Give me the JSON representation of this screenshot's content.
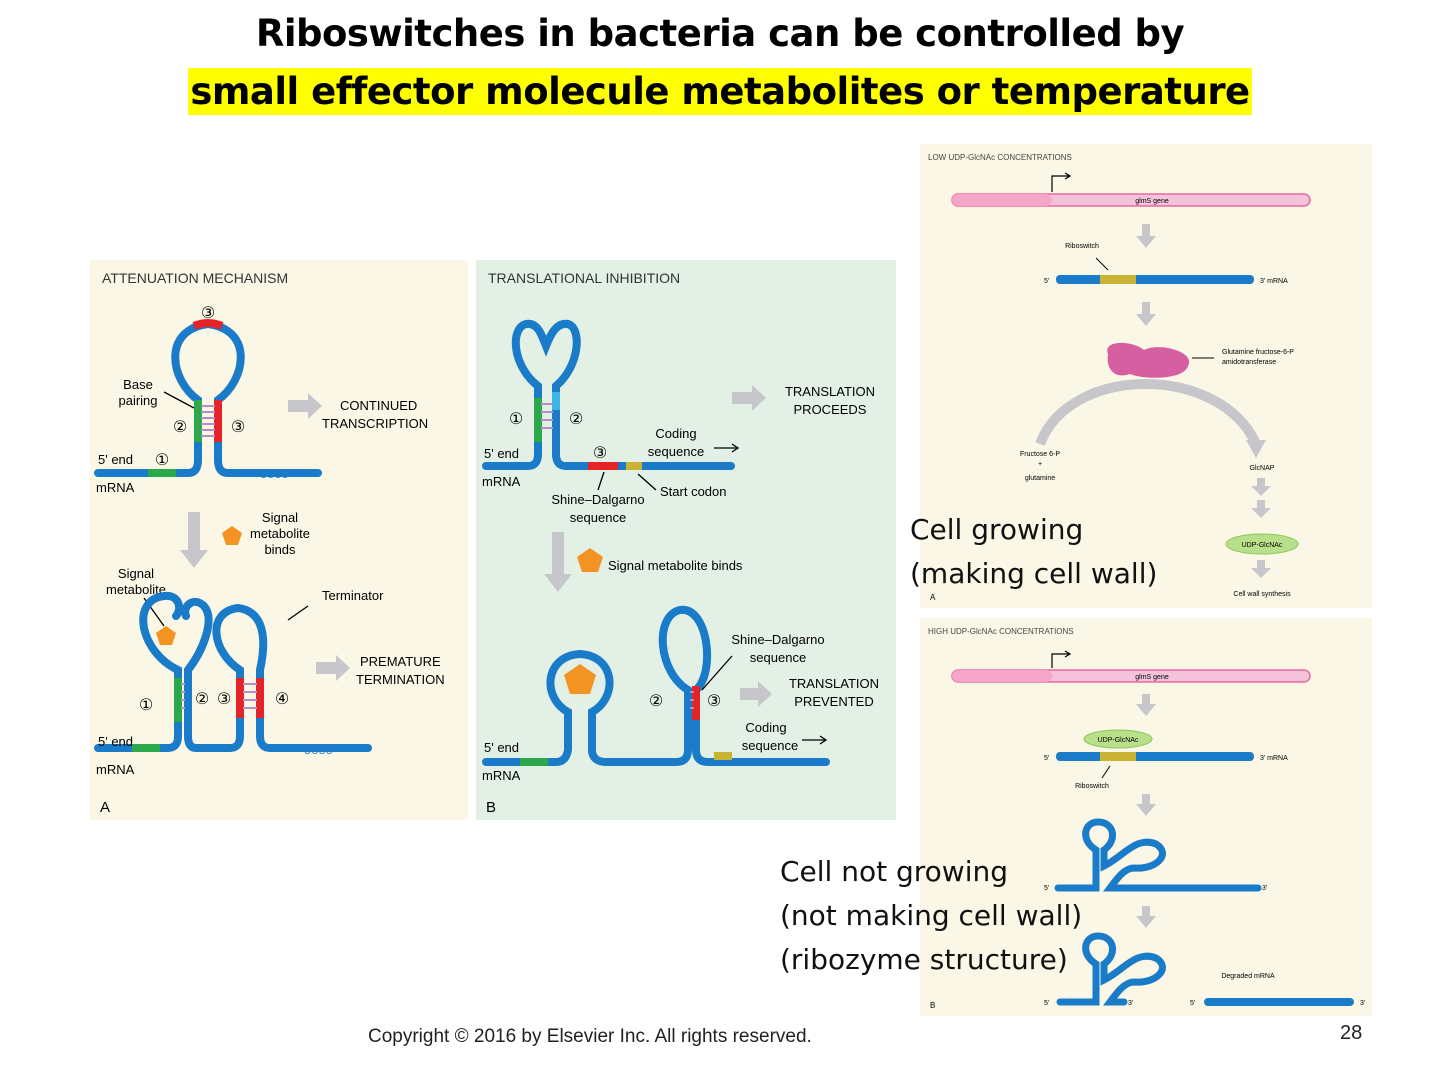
{
  "title": {
    "line1": "Riboswitches in bacteria can be controlled by",
    "line2": "small effector molecule metabolites or temperature",
    "highlight_color": "#ffff00"
  },
  "panel_a": {
    "heading": "ATTENUATION MECHANISM",
    "base_pairing": [
      "Base",
      "pairing"
    ],
    "five_prime_end": "5' end",
    "mrna": "mRNA",
    "uuuu": "UUUU",
    "continued": [
      "CONTINUED",
      "TRANSCRIPTION"
    ],
    "signal_binds": [
      "Signal",
      "metabolite",
      "binds"
    ],
    "signal_metabolite": [
      "Signal",
      "metabolite"
    ],
    "terminator": "Terminator",
    "premature": [
      "PREMATURE",
      "TERMINATION"
    ],
    "letter": "A",
    "circled": [
      "①",
      "②",
      "③",
      "④"
    ]
  },
  "panel_b": {
    "heading": "TRANSLATIONAL INHIBITION",
    "five_prime_end": "5' end",
    "mrna": "mRNA",
    "coding_sequence": [
      "Coding",
      "sequence"
    ],
    "translation_proceeds": [
      "TRANSLATION",
      "PROCEEDS"
    ],
    "shine_dalgarno": [
      "Shine–Dalgarno",
      "sequence"
    ],
    "start_codon": "Start codon",
    "signal_binds": "Signal metabolite binds",
    "translation_prevented": [
      "TRANSLATION",
      "PREVENTED"
    ],
    "letter": "B",
    "circled": [
      "①",
      "②",
      "③"
    ]
  },
  "panel_c": {
    "heading": "LOW UDP-GlcNAc CONCENTRATIONS",
    "gene": "glmS gene",
    "riboswitch": "Riboswitch",
    "five_prime": "5'",
    "mrna": "3'  mRNA",
    "enzyme": [
      "Glutamine fructose-6-P",
      "amidotransferase"
    ],
    "substrate": [
      "Fructose 6-P",
      "+",
      "glutamine"
    ],
    "product": "GlcNAP",
    "udp": "UDP-GlcNAc",
    "cell_wall": "Cell wall synthesis",
    "letter": "A"
  },
  "panel_d": {
    "heading": "HIGH UDP-GlcNAc CONCENTRATIONS",
    "gene": "glmS gene",
    "udp": "UDP-GlcNAc",
    "riboswitch": "Riboswitch",
    "five_prime": "5'",
    "mrna": "3'  mRNA",
    "three_prime": "3'",
    "degraded": "Degraded mRNA",
    "letter": "B"
  },
  "notes": {
    "growing": "Cell growing\n(making cell wall)",
    "not_growing": "Cell not growing\n(not making cell wall)\n(ribozyme structure)"
  },
  "colors": {
    "rna": "#1a7bc8",
    "green_seg": "#2aa84a",
    "red_seg": "#e52429",
    "yellow_seg": "#c9b335",
    "pink_gene": "#f5a6c8",
    "enzyme": "#d65fa2",
    "metabolite": "#f39322",
    "arrow_gray": "#c7c7cb"
  },
  "copyright": "Copyright © 2016 by Elsevier Inc. All rights reserved.",
  "page_number": "28"
}
